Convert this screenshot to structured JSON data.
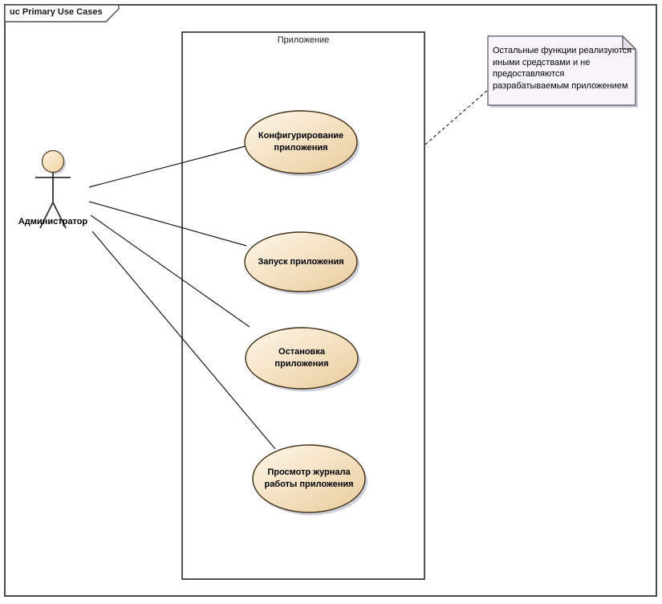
{
  "frame": {
    "title": "uc Primary Use Cases"
  },
  "boundary": {
    "label": "Приложение"
  },
  "actor": {
    "label": "Администратор"
  },
  "use_cases": [
    {
      "label": "Конфигурирование\nприложения"
    },
    {
      "label": "Запуск приложения"
    },
    {
      "label": "Остановка\nприложения"
    },
    {
      "label": "Просмотр журнала\nработы приложения"
    }
  ],
  "note": {
    "text": "Остальные функции реализуются\nиными средствами и не\nпредоставляются\nразрабатываемым приложением"
  },
  "connectors": {
    "actor_associations": 4,
    "note_link_style": "dashed"
  },
  "colors": {
    "usecase_fill_light": "#FEF7E9",
    "usecase_fill_dark": "#EACC9C",
    "usecase_border": "#3F2D14",
    "note_fill": "#F8F6FB",
    "note_fold": "#E3DEEA",
    "shadow": "#C5C8D2",
    "line": "#1A1A1A"
  }
}
